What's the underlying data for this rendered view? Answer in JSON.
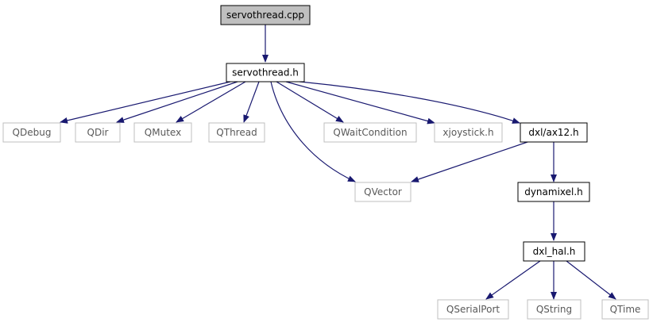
{
  "nodes": {
    "servothread_cpp": "servothread.cpp",
    "servothread_h": "servothread.h",
    "qdebug": "QDebug",
    "qdir": "QDir",
    "qmutex": "QMutex",
    "qthread": "QThread",
    "qwaitcondition": "QWaitCondition",
    "xjoystick_h": "xjoystick.h",
    "dxl_ax12_h": "dxl/ax12.h",
    "qvector": "QVector",
    "dynamixel_h": "dynamixel.h",
    "dxl_hal_h": "dxl_hal.h",
    "qserialport": "QSerialPort",
    "qstring": "QString",
    "qtime": "QTime"
  },
  "colors": {
    "edge": "#191970",
    "root_fill": "#bfbfbf",
    "local_border": "#000000",
    "external_border": "#bfbfbf",
    "external_text": "#595959",
    "text": "#000000"
  }
}
